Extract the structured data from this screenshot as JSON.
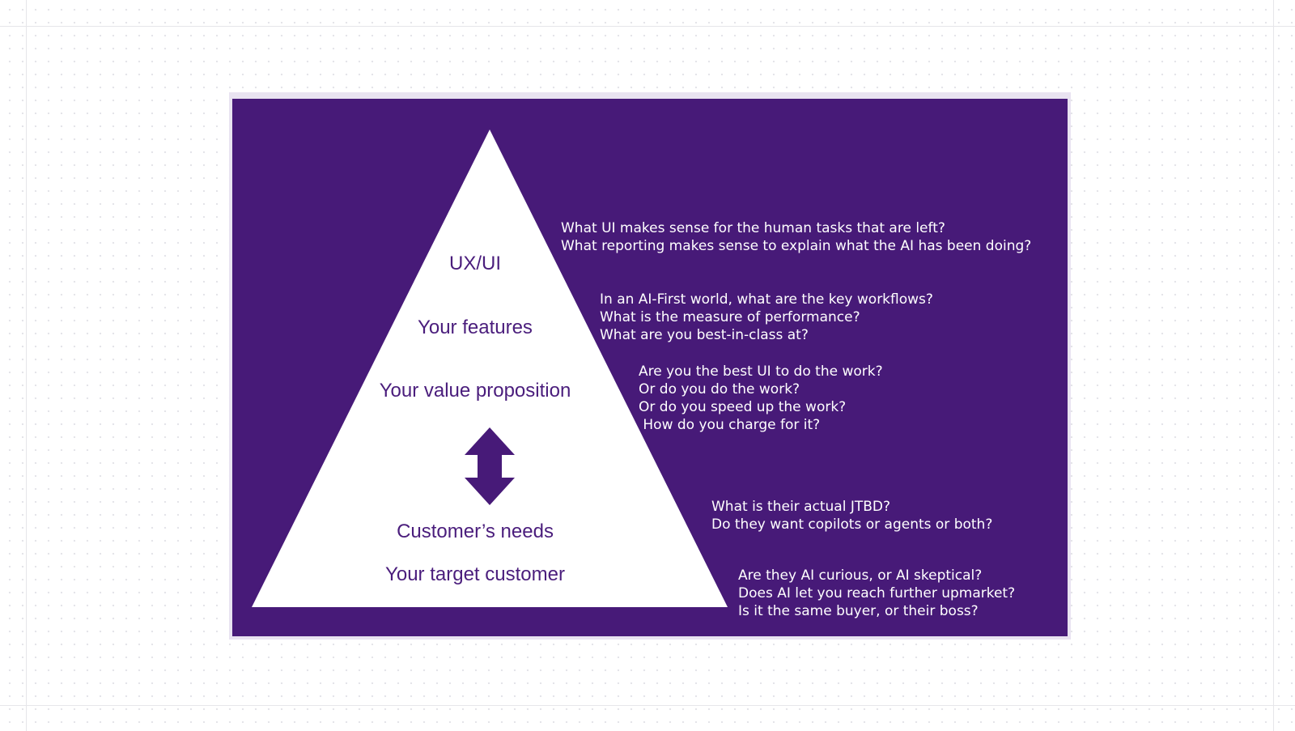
{
  "colors": {
    "slide_background": "#471a78",
    "pyramid_fill": "#ffffff",
    "layer_text": "#4a1d7c",
    "question_text": "#ffffff"
  },
  "icons": {
    "arrow": "double-vertical-arrow-icon"
  },
  "pyramid": {
    "layers": [
      {
        "label": "UX/UI"
      },
      {
        "label": "Your features"
      },
      {
        "label": "Your value proposition"
      },
      {
        "label": "Customer’s needs"
      },
      {
        "label": "Your target customer"
      }
    ]
  },
  "questions": [
    {
      "lines": [
        "What UI makes sense for the human tasks that are left?",
        "What reporting makes sense to explain what the AI has been doing?"
      ]
    },
    {
      "lines": [
        "In an AI-First world, what are the key workflows?",
        "What is the measure of performance?",
        "What are you best-in-class at?"
      ]
    },
    {
      "lines": [
        "Are you the best UI to do the work?",
        "Or do you do the work?",
        "Or do you speed up the work?",
        " How do you charge for it?"
      ]
    },
    {
      "lines": [
        "What is their actual JTBD?",
        "Do they want copilots or agents or both?"
      ]
    },
    {
      "lines": [
        "Are they AI curious, or AI skeptical?",
        "Does AI let you reach further upmarket?",
        "Is it the same buyer, or their boss?"
      ]
    }
  ]
}
